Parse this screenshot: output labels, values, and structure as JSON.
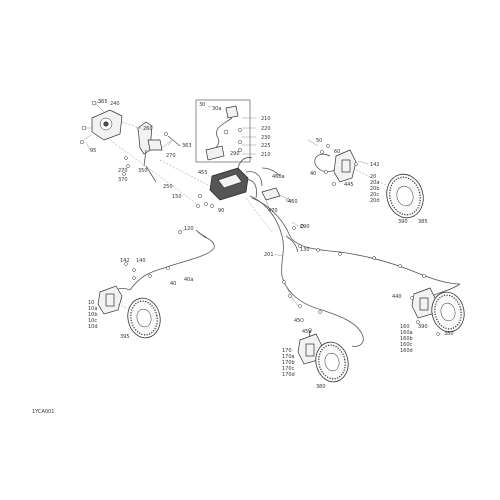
{
  "figure_code": "1YCA001",
  "callouts": {
    "c365": "365",
    "c240": "240",
    "c260": "260",
    "c363": "363",
    "c95": "95",
    "c270": "270",
    "c270b": "270",
    "c370": "370",
    "c350": "350",
    "c30": "30",
    "c30a": "30a",
    "c220": "220",
    "c230": "230",
    "c225": "225",
    "c210": "210",
    "c210b": "210",
    "c290": "290",
    "c455": "455",
    "c460a": "460a",
    "c460": "460",
    "c470": "470",
    "c250": "250",
    "c150": "150",
    "c90": "90",
    "c50": "50",
    "c60": "60",
    "c142r": "142",
    "c40r": "40",
    "c445r": "445",
    "c20": "20",
    "c20a": "20a",
    "c20b": "20b",
    "c20c": "20c",
    "c20d": "20d",
    "c390": "390",
    "c385": "385",
    "c120": "120",
    "c290b": "290",
    "c130": "130",
    "c201": "201",
    "c142l": "142",
    "c140": "140",
    "c40a": "40a",
    "c40l": "40",
    "c10": "10",
    "c10a": "10a",
    "c10b": "10b",
    "c10c": "10c",
    "c10d": "10d",
    "c395": "395",
    "c45": "45",
    "c45a": "45a",
    "c170": "170",
    "c170a": "170a",
    "c170b": "170b",
    "c170c": "170c",
    "c170d": "170d",
    "c380b": "380",
    "c440": "440",
    "c160": "160",
    "c160a": "160a",
    "c160b": "160b",
    "c160c": "160c",
    "c160d": "160d",
    "c380": "380",
    "c390r": "390"
  }
}
